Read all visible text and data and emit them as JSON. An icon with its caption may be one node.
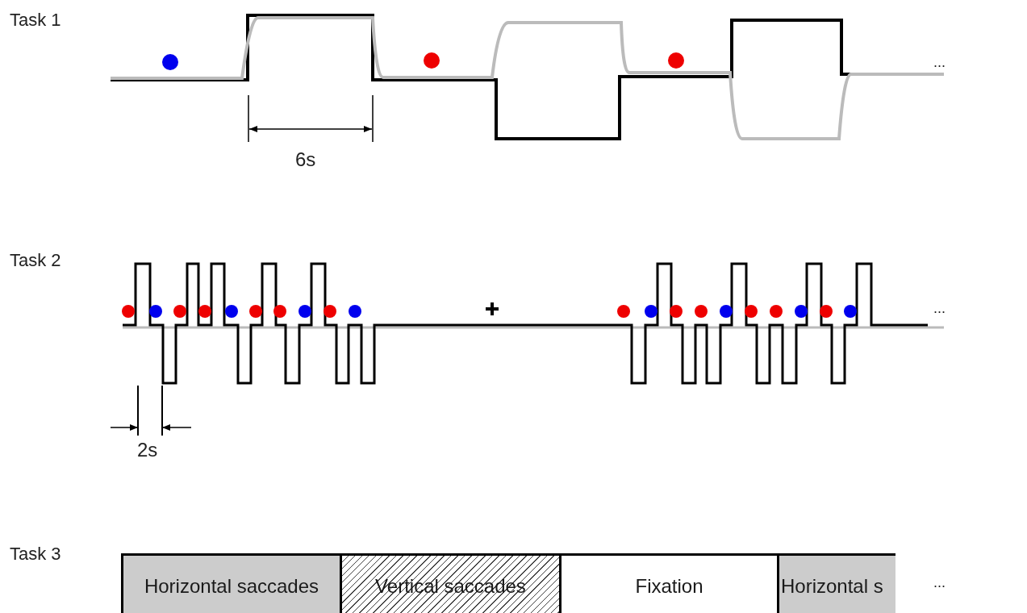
{
  "diagram": {
    "nodes": [
      {
        "text": [
          "Horizontal saccades"
        ]
      },
      {
        "text": [
          "Vertical saccades"
        ]
      },
      {
        "text": [
          "Fixation"
        ]
      },
      {
        "text": [
          "Horizontal s"
        ]
      }
    ],
    "labels": [
      "Task 1",
      "6s",
      "...",
      "Task 2",
      "2s",
      "...",
      "Task 3",
      "..."
    ]
  }
}
